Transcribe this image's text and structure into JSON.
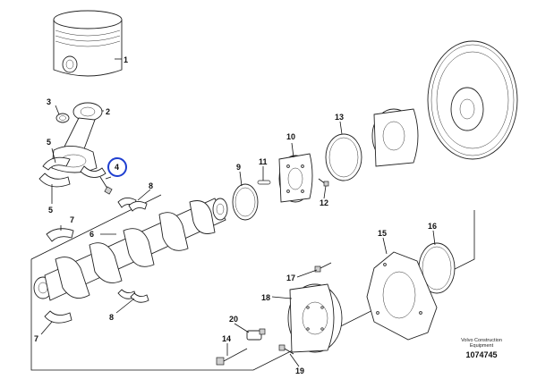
{
  "diagram": {
    "callouts": [
      {
        "id": "c1",
        "text": "1"
      },
      {
        "id": "c2",
        "text": "2"
      },
      {
        "id": "c3",
        "text": "3"
      },
      {
        "id": "c4",
        "text": "4"
      },
      {
        "id": "c5a",
        "text": "5"
      },
      {
        "id": "c5b",
        "text": "5"
      },
      {
        "id": "c6",
        "text": "6"
      },
      {
        "id": "c7a",
        "text": "7"
      },
      {
        "id": "c7b",
        "text": "7"
      },
      {
        "id": "c8a",
        "text": "8"
      },
      {
        "id": "c8b",
        "text": "8"
      },
      {
        "id": "c9",
        "text": "9"
      },
      {
        "id": "c10",
        "text": "10"
      },
      {
        "id": "c11",
        "text": "11"
      },
      {
        "id": "c12",
        "text": "12"
      },
      {
        "id": "c13",
        "text": "13"
      },
      {
        "id": "c14",
        "text": "14"
      },
      {
        "id": "c15",
        "text": "15"
      },
      {
        "id": "c16",
        "text": "16"
      },
      {
        "id": "c17",
        "text": "17"
      },
      {
        "id": "c18",
        "text": "18"
      },
      {
        "id": "c19",
        "text": "19"
      },
      {
        "id": "c20",
        "text": "20"
      }
    ],
    "highlight_color": "#1f3fd0"
  },
  "footer": {
    "brand": "Volvo Construction Equipment",
    "number": "1074745"
  }
}
